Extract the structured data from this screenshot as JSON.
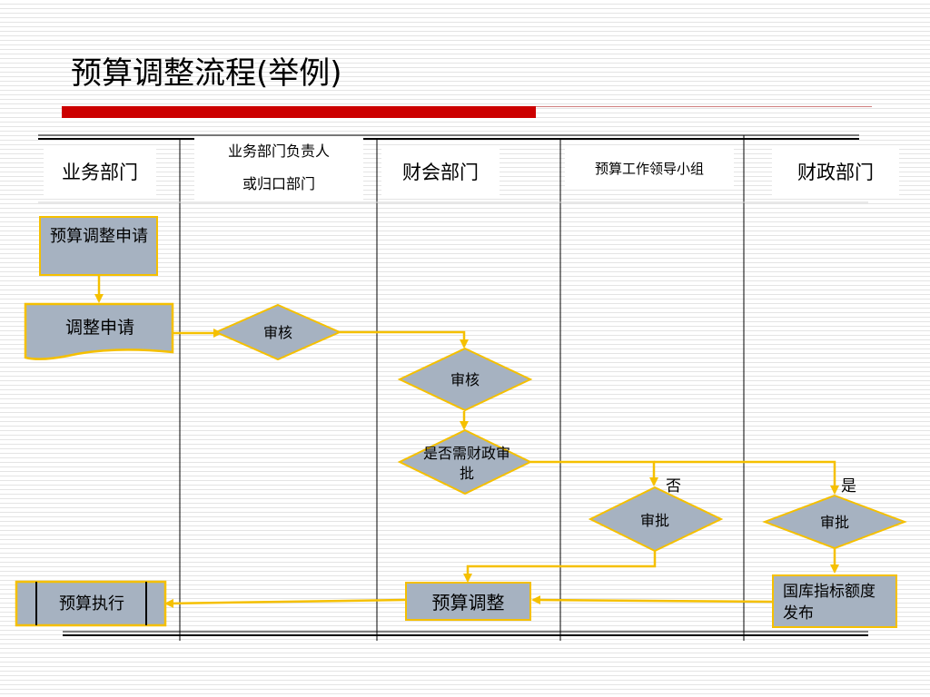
{
  "title": "预算调整流程(举例)",
  "lanes": {
    "business": "业务部门",
    "business_lead_line1": "业务部门负责人",
    "business_lead_line2": "或归口部门",
    "finance": "财会部门",
    "budget_group": "预算工作领导小组",
    "fiscal": "财政部门"
  },
  "nodes": {
    "apply_request": "预算调整申请",
    "adjust_doc": "调整申请",
    "review_lead": "审核",
    "review_finance": "审核",
    "need_fiscal": "是否需财政审批",
    "approve_group": "审批",
    "approve_fiscal": "审批",
    "release": "国库指标额度发布",
    "adjust": "预算调整",
    "execute": "预算执行"
  },
  "edge_labels": {
    "no": "否",
    "yes": "是"
  },
  "colors": {
    "accent_red": "#cc0000",
    "node_fill": "#a6b2c1",
    "connector": "#f5c000"
  }
}
